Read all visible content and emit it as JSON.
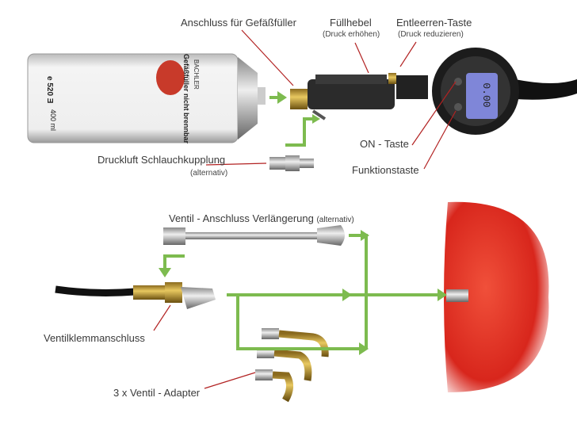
{
  "labels": {
    "connector": "Anschluss für Gefäßfüller",
    "lever": "Füllhebel",
    "lever_sub": "(Druck erhöhen)",
    "deflate": "Entleerren-Taste",
    "deflate_sub": "(Druck reduzieren)",
    "on_button": "ON - Taste",
    "function_button": "Funktionstaste",
    "coupling": "Druckluft Schlauchkupplung",
    "coupling_sub": "(alternativ)",
    "extension": "Ventil - Anschluss Verlängerung",
    "extension_sub": "(alternativ)",
    "clamp": "Ventilklemmanschluss",
    "adapters": "3 x Ventil - Adapter"
  },
  "can": {
    "brand": "BACHLER",
    "text": "Gefäßfüller nicht brennbar",
    "code": "e 520 Ǝ",
    "volume": "400 ml"
  },
  "gauge": {
    "display": "0.00"
  },
  "colors": {
    "arrow": "#7dbb4f",
    "pointer": "#b22222",
    "balloon": "#d8261c"
  }
}
